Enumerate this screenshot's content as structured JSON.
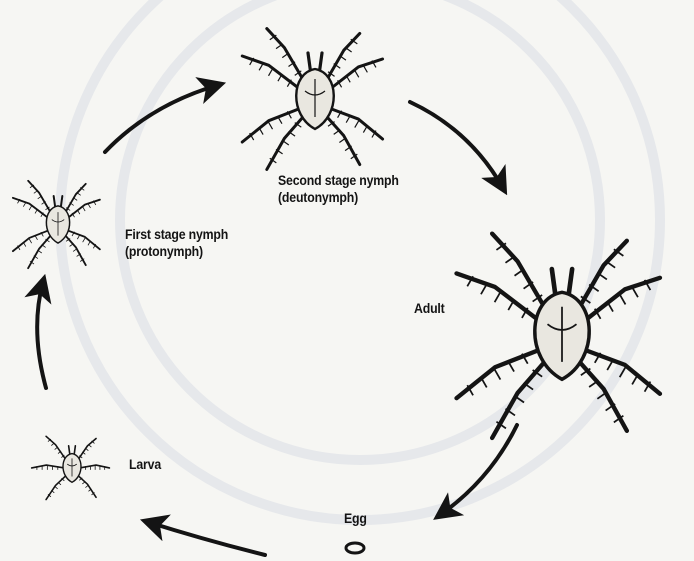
{
  "labels": {
    "second_nymph_line1": "Second stage nymph",
    "second_nymph_line2": "(deutonymph)",
    "first_nymph_line1": "First stage nymph",
    "first_nymph_line2": "(protonymph)",
    "adult": "Adult",
    "larva": "Larva",
    "egg": "Egg"
  },
  "colors": {
    "ink": "#141414",
    "background": "#f6f6f3",
    "watermark": "#c9cfdd"
  }
}
